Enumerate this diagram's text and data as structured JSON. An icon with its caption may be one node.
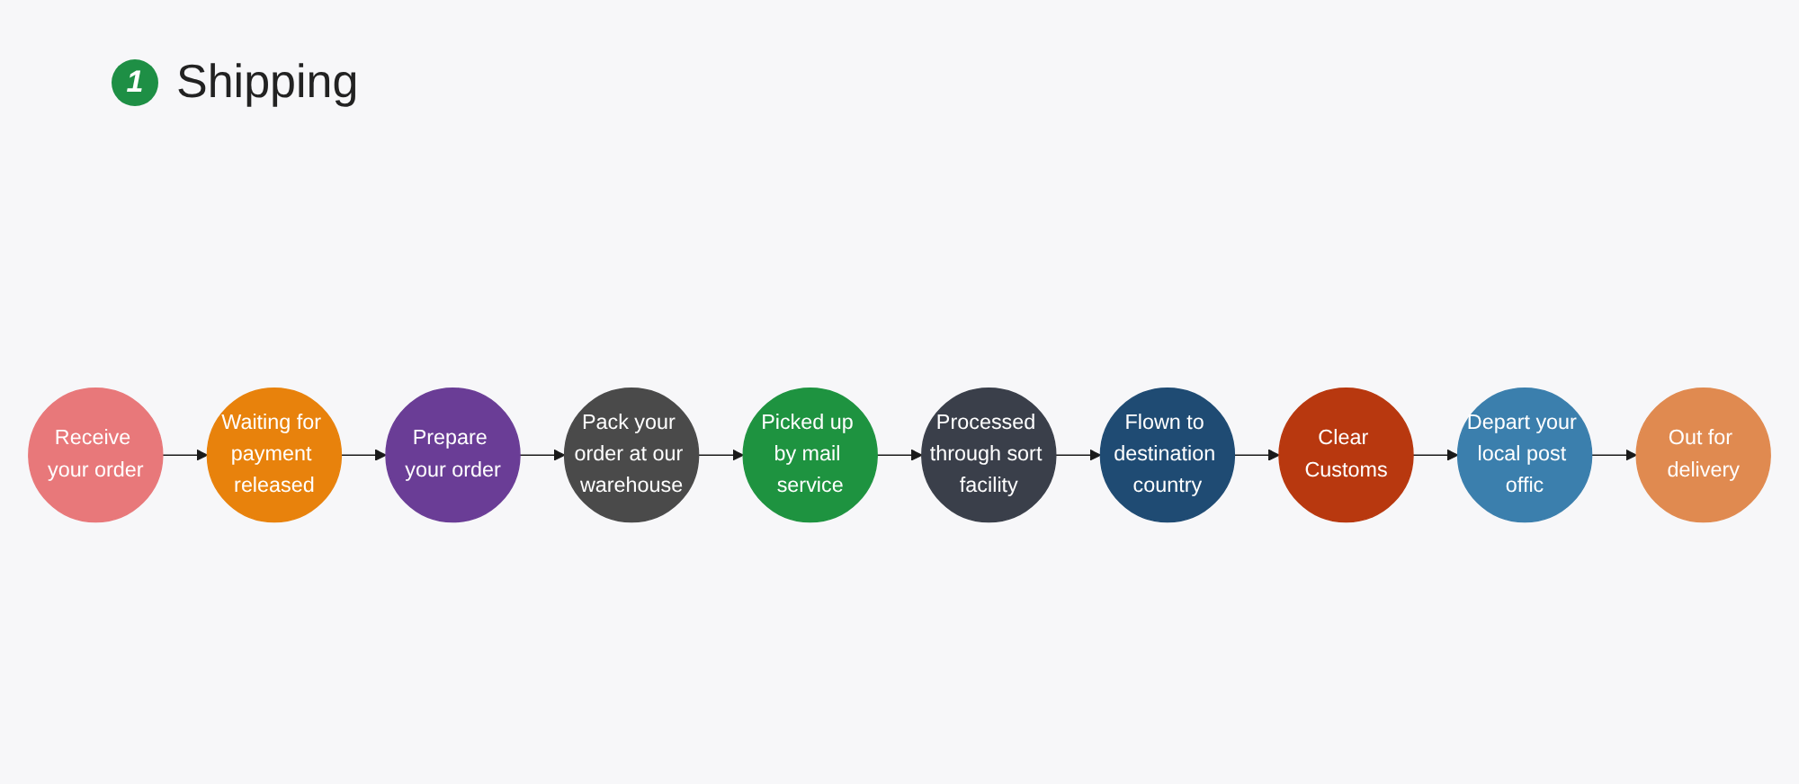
{
  "diagram": {
    "title": "Shipping",
    "nodes": [
      {
        "text": [
          "Receive your order"
        ]
      },
      {
        "text": [
          "Waiting for payment released"
        ]
      },
      {
        "text": [
          "Prepare your order"
        ]
      },
      {
        "text": [
          "Pack your order at our warehouse"
        ]
      },
      {
        "text": [
          "Picked up by mail service"
        ]
      },
      {
        "text": [
          "Processed through sort facility"
        ]
      },
      {
        "text": [
          "Flown to destination country"
        ]
      },
      {
        "text": [
          "Clear Customs"
        ]
      },
      {
        "text": [
          "Depart your local post offic"
        ]
      },
      {
        "text": [
          "Out for delivery"
        ]
      }
    ],
    "edges": [
      {
        "from": 0,
        "to": 1,
        "arrow": "to"
      },
      {
        "from": 1,
        "to": 2,
        "arrow": "to"
      },
      {
        "from": 2,
        "to": 3,
        "arrow": "to"
      },
      {
        "from": 3,
        "to": 4,
        "arrow": "to"
      },
      {
        "from": 4,
        "to": 5,
        "arrow": "to"
      },
      {
        "from": 5,
        "to": 6,
        "arrow": "to"
      },
      {
        "from": 6,
        "to": 7,
        "arrow": "to"
      },
      {
        "from": 7,
        "to": 8,
        "arrow": "to"
      },
      {
        "from": 8,
        "to": 9,
        "arrow": "to"
      }
    ],
    "labels": [
      "1"
    ]
  }
}
